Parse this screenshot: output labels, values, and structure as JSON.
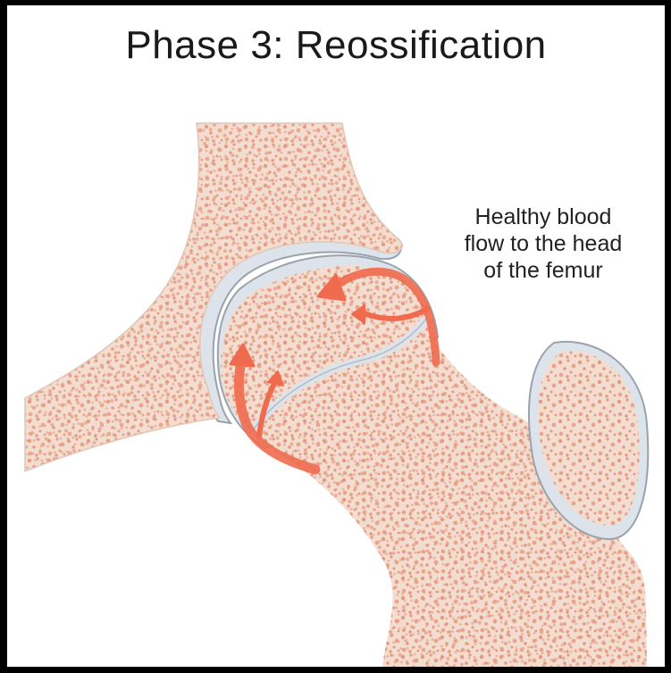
{
  "title": "Phase 3: Reossification",
  "annotation": {
    "line1": "Healthy blood",
    "line2": "flow to the head",
    "line3": "of the femur"
  },
  "colors": {
    "bone_fill": "#f3ddd0",
    "bone_pore": "#e49a80",
    "cartilage": "#dde3ea",
    "cartilage_edge": "#9aa3ad",
    "blood_flow": "#f06a4e",
    "background": "#ffffff"
  }
}
